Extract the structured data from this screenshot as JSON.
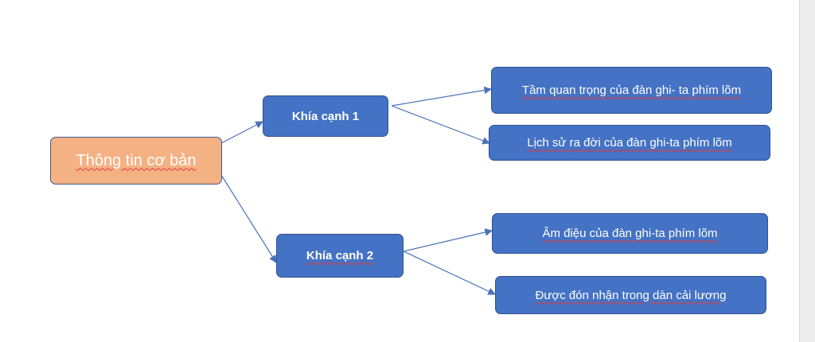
{
  "diagram": {
    "root": {
      "label": "Thông tin cơ bản"
    },
    "aspects": [
      {
        "label": "Khía cạnh 1",
        "children": [
          {
            "label": "Tầm quan trọng của đàn ghi- ta phím lõm"
          },
          {
            "label": "Lịch sử ra đời của đàn ghi-ta phím lõm"
          }
        ]
      },
      {
        "label": "Khía cạnh 2",
        "children": [
          {
            "label": "Âm điệu của đàn ghi-ta phím lõm"
          },
          {
            "label": "Được đón nhận trong dàn cải lương"
          }
        ]
      }
    ]
  },
  "colors": {
    "root_fill": "#f4b183",
    "node_fill": "#4472c4",
    "node_border": "#2f528f",
    "connector": "#4a72b8",
    "spellcheck_underline": "#e03b3b"
  }
}
